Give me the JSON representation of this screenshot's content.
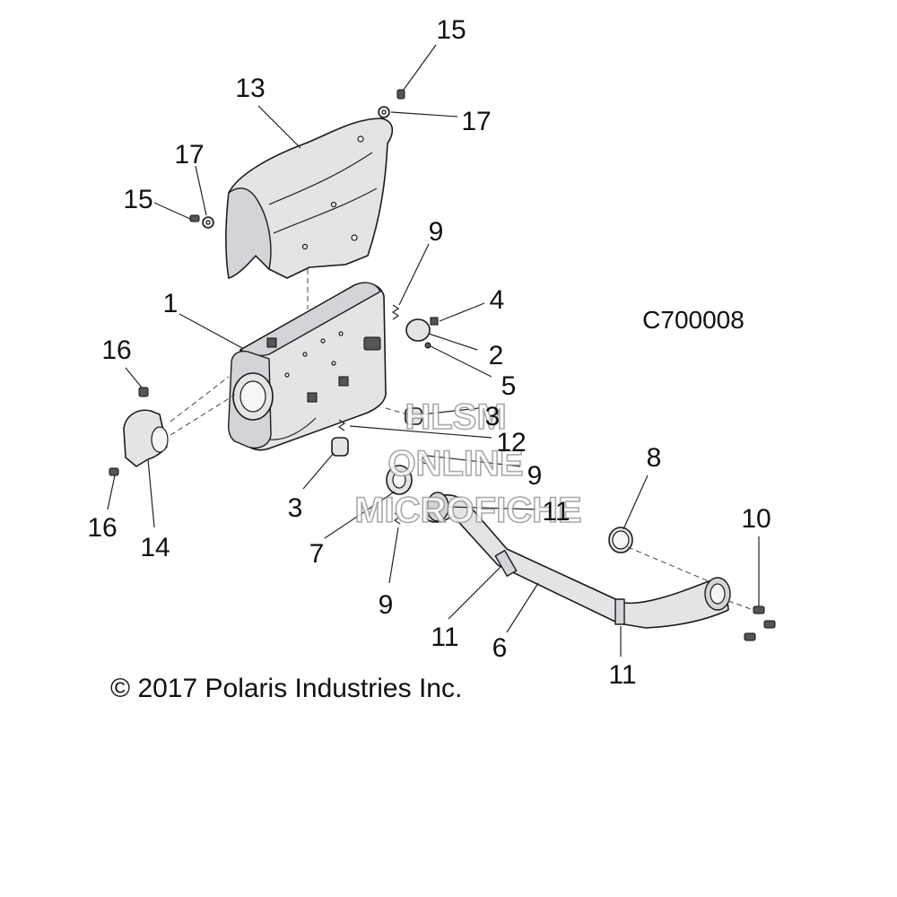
{
  "diagram": {
    "drawing_code": "C700008",
    "copyright": "© 2017 Polaris Industries Inc.",
    "watermark": [
      "HLSM",
      "ONLINE",
      "MICROFICHE"
    ],
    "callouts": {
      "c1": "1",
      "c2": "2",
      "c3a": "3",
      "c3b": "3",
      "c4": "4",
      "c5": "5",
      "c6": "6",
      "c7": "7",
      "c8": "8",
      "c9a": "9",
      "c9b": "9",
      "c9c": "9",
      "c10": "10",
      "c11a": "11",
      "c11b": "11",
      "c11c": "11",
      "c12": "12",
      "c13": "13",
      "c14": "14",
      "c15a": "15",
      "c15b": "15",
      "c16a": "16",
      "c16b": "16",
      "c17a": "17",
      "c17b": "17"
    }
  }
}
